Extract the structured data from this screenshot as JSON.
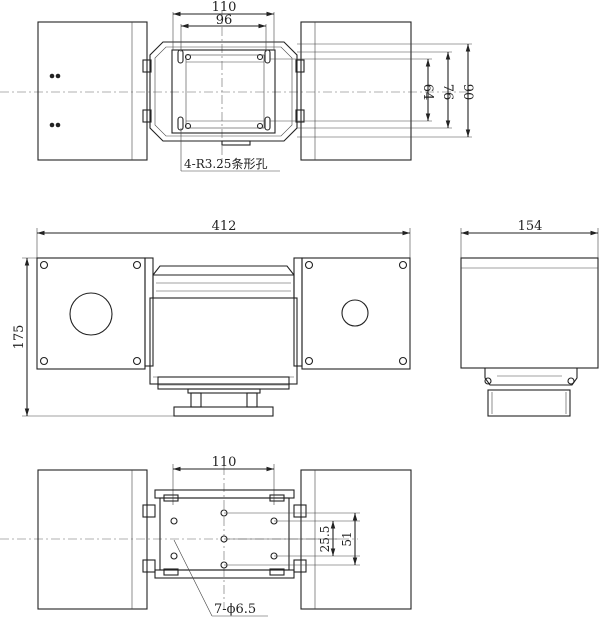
{
  "dimensions": {
    "top_outer_width": "110",
    "top_inner_width": "96",
    "top_height_64": "64",
    "top_height_76": "76",
    "top_height_90": "90",
    "slot_holes_note": "4-R3.25条形孔",
    "front_total_width": "412",
    "front_height": "175",
    "side_width": "154",
    "bottom_width": "110",
    "bottom_pitch_25_5": "25.5",
    "bottom_pitch_51": "51",
    "mount_holes_note": "7-ϕ6.5"
  }
}
